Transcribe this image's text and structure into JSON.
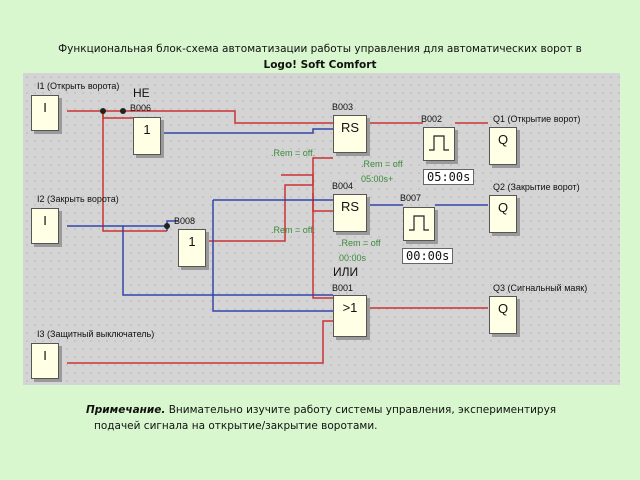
{
  "title": {
    "line1": "Функциональная блок-схема автоматизации работы управления для автоматических ворот в",
    "line2": "Logo! Soft Comfort"
  },
  "blocks": {
    "i1": {
      "label": "I1 (Открыть ворота)",
      "symbol": "I"
    },
    "i2": {
      "label": "I2 (Закрыть ворота)",
      "symbol": "I"
    },
    "i3": {
      "label": "I3 (Защитный выключатель)",
      "symbol": "I"
    },
    "b006": {
      "label": "B006",
      "symbol": "1",
      "caption": "НЕ"
    },
    "b008": {
      "label": "B008",
      "symbol": "1"
    },
    "b003": {
      "label": "B003",
      "symbol": "RS",
      "param": ".Rem = off."
    },
    "b004": {
      "label": "B004",
      "symbol": "RS",
      "param": ".Rem = off."
    },
    "b002": {
      "label": "B002",
      "param1": ".Rem = off",
      "param2": "05:00s+",
      "timer": "05:00s"
    },
    "b007": {
      "label": "B007",
      "param1": ".Rem = off",
      "param2": "00:00s",
      "timer": "00:00s"
    },
    "b001": {
      "label": "B001",
      "symbol": ">1",
      "caption": "ИЛИ"
    },
    "q1": {
      "label": "Q1 (Открытие ворот)",
      "symbol": "Q"
    },
    "q2": {
      "label": "Q2 (Закрытие ворот)",
      "symbol": "Q"
    },
    "q3": {
      "label": "Q3 (Сигнальный маяк)",
      "symbol": "Q"
    }
  },
  "note": {
    "bold": "Примечание.",
    "text1": " Внимательно изучите работу системы управления, экспериментируя",
    "text2": "подачей сигнала на открытие/закрытие воротами."
  },
  "colors": {
    "wire_red": "#cc3333",
    "wire_blue": "#3344aa",
    "block_fill": "#ffffe6",
    "canvas": "#d4d4d4",
    "background": "#d9f7cf"
  }
}
